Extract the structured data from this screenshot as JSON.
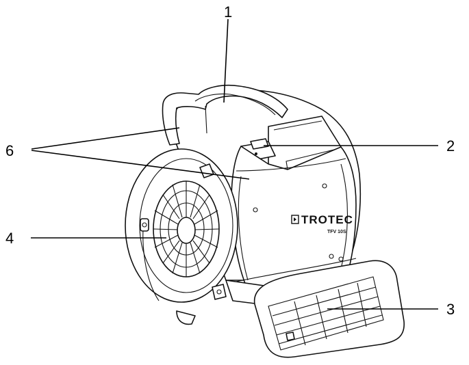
{
  "figure": {
    "callouts": [
      {
        "id": "1",
        "label": "1"
      },
      {
        "id": "2",
        "label": "2"
      },
      {
        "id": "3",
        "label": "3"
      },
      {
        "id": "4",
        "label": "4"
      },
      {
        "id": "6",
        "label": "6"
      }
    ],
    "brand": "TROTEC",
    "model": "TFV 10S"
  }
}
